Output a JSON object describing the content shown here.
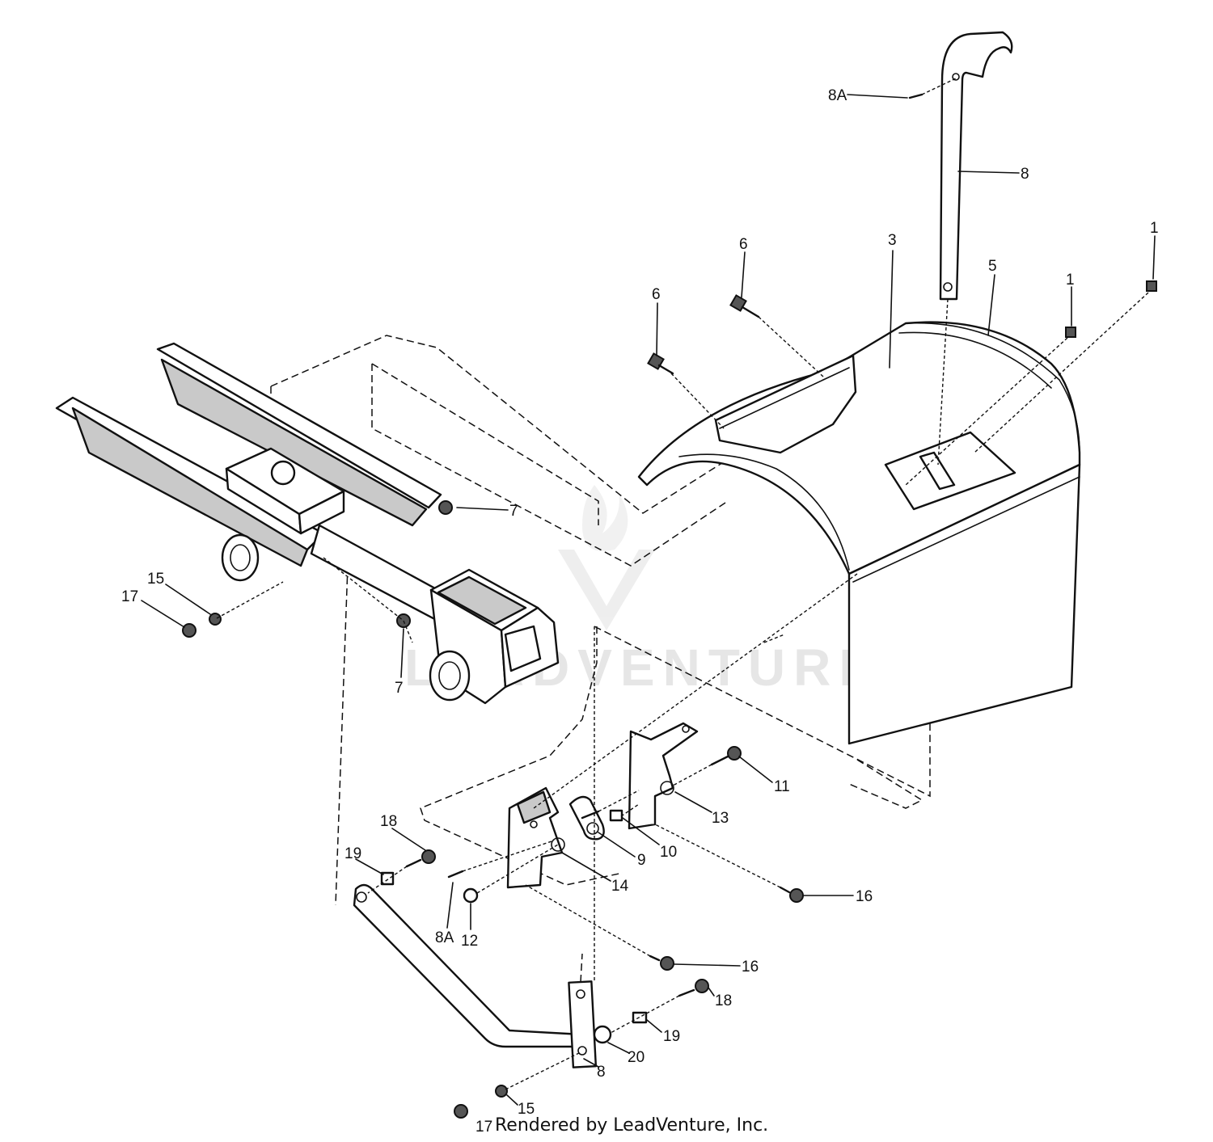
{
  "watermark": {
    "text": "LEADVENTURE",
    "color": "#e6e6e6"
  },
  "footer": {
    "text": "Rendered by LeadVenture, Inc."
  },
  "callouts": [
    {
      "id": "8a-top",
      "label": "8A"
    },
    {
      "id": "8-handle",
      "label": "8"
    },
    {
      "id": "6-a",
      "label": "6"
    },
    {
      "id": "6-b",
      "label": "6"
    },
    {
      "id": "3",
      "label": "3"
    },
    {
      "id": "5",
      "label": "5"
    },
    {
      "id": "1-a",
      "label": "1"
    },
    {
      "id": "1-b",
      "label": "1"
    },
    {
      "id": "7-a",
      "label": "7"
    },
    {
      "id": "7-b",
      "label": "7"
    },
    {
      "id": "15-a",
      "label": "15"
    },
    {
      "id": "17-a",
      "label": "17"
    },
    {
      "id": "11",
      "label": "11"
    },
    {
      "id": "13",
      "label": "13"
    },
    {
      "id": "10",
      "label": "10"
    },
    {
      "id": "9",
      "label": "9"
    },
    {
      "id": "14",
      "label": "14"
    },
    {
      "id": "16-a",
      "label": "16"
    },
    {
      "id": "16-b",
      "label": "16"
    },
    {
      "id": "18-a",
      "label": "18"
    },
    {
      "id": "19-a",
      "label": "19"
    },
    {
      "id": "8a-bottom",
      "label": "8A"
    },
    {
      "id": "12",
      "label": "12"
    },
    {
      "id": "18-b",
      "label": "18"
    },
    {
      "id": "19-b",
      "label": "19"
    },
    {
      "id": "20",
      "label": "20"
    },
    {
      "id": "8-rod",
      "label": "8"
    },
    {
      "id": "15-b",
      "label": "15"
    },
    {
      "id": "17-b",
      "label": "17"
    }
  ]
}
